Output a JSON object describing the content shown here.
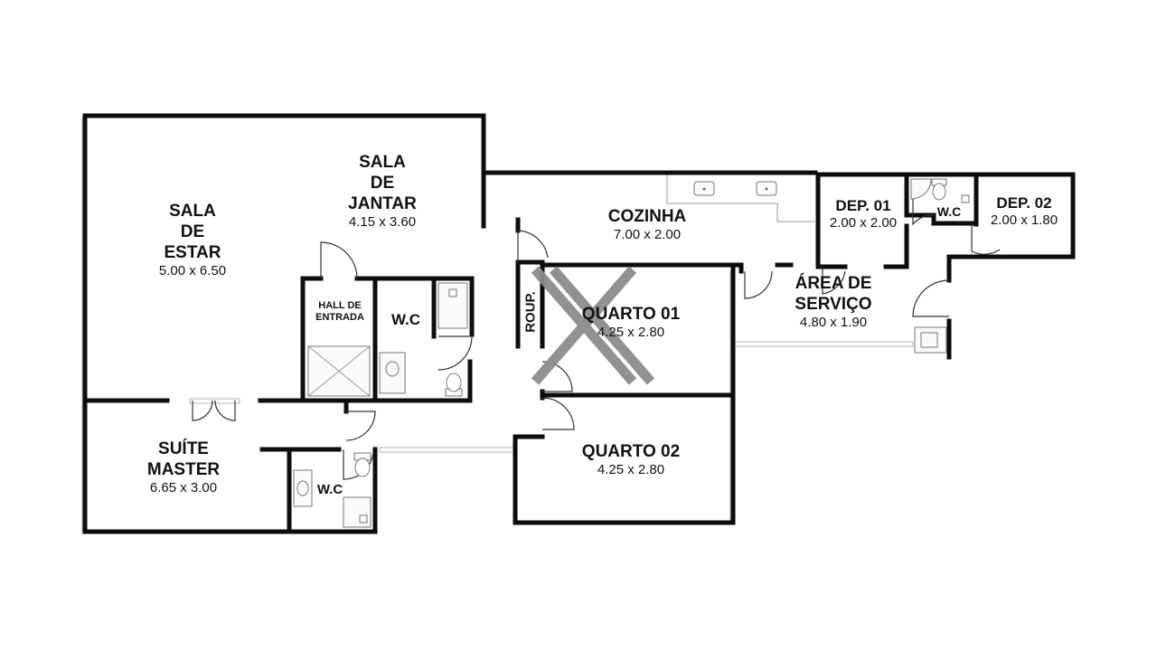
{
  "rooms": {
    "sala_estar": {
      "name": [
        "SALA",
        "DE",
        "ESTAR"
      ],
      "dim": "5.00 x 6.50"
    },
    "sala_jantar": {
      "name": [
        "SALA",
        "DE",
        "JANTAR"
      ],
      "dim": "4.15 x 3.60"
    },
    "hall": {
      "name": [
        "HALL DE",
        "ENTRADA"
      ]
    },
    "wc_hall": {
      "name": "W.C"
    },
    "roupeiro": {
      "name": "ROUP."
    },
    "cozinha": {
      "name": "COZINHA",
      "dim": "7.00 x 2.00"
    },
    "dep01": {
      "name": "DEP. 01",
      "dim": "2.00 x 2.00"
    },
    "wc_dep": {
      "name": "W.C"
    },
    "dep02": {
      "name": "DEP. 02",
      "dim": "2.00 x 1.80"
    },
    "area_servico": {
      "name": [
        "ÁREA DE",
        "SERVIÇO"
      ],
      "dim": "4.80 x 1.90"
    },
    "quarto01": {
      "name": "QUARTO 01",
      "dim": "4.25 x 2.80"
    },
    "quarto02": {
      "name": "QUARTO 02",
      "dim": "4.25 x 2.80"
    },
    "suite": {
      "name": [
        "SUÍTE",
        "MASTER"
      ],
      "dim": "6.65 x 3.00"
    },
    "wc_suite": {
      "name": "W.C"
    }
  },
  "colors": {
    "wall": "#0d0d0d",
    "watermark": "#8c8c8c",
    "fixture": "#777777"
  },
  "icons": [
    "sink-icon",
    "toilet-icon",
    "shower-icon",
    "door-swing-icon",
    "window-icon",
    "watermark-logo"
  ]
}
